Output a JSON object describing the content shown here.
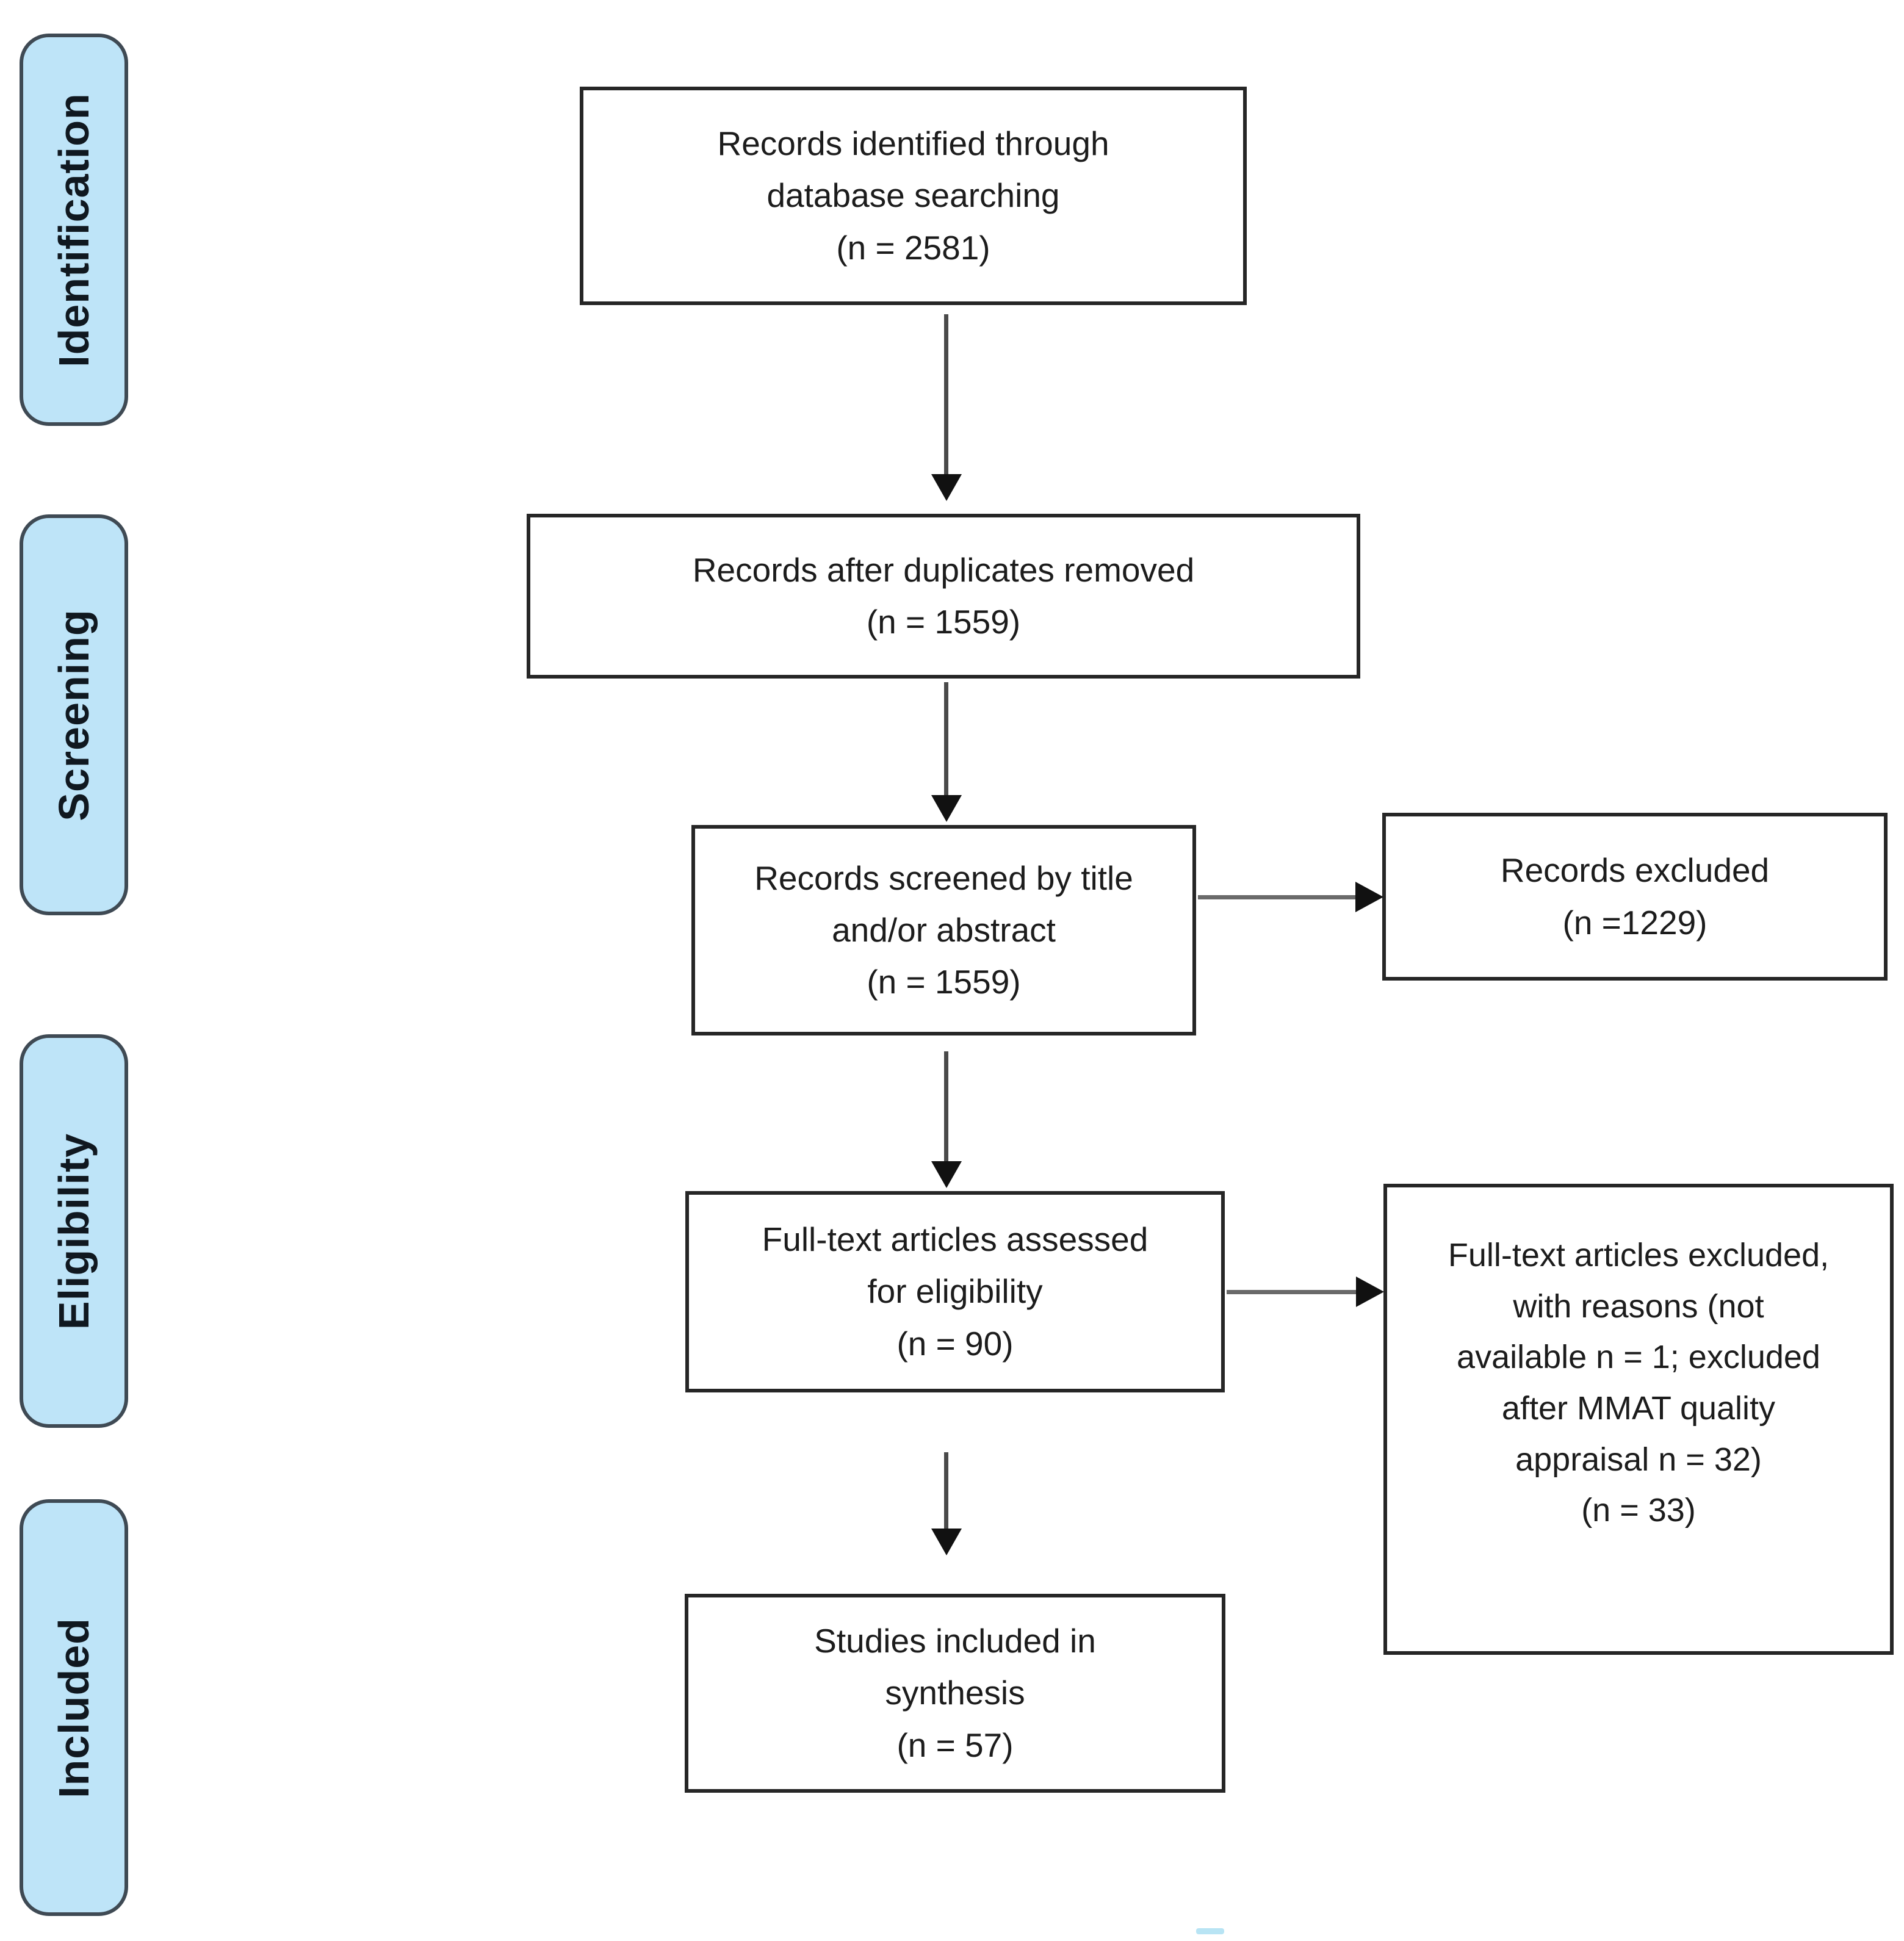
{
  "diagram_type": "PRISMA flow diagram",
  "sidebar": {
    "stages": [
      {
        "label": "Identification"
      },
      {
        "label": "Screening"
      },
      {
        "label": "Eligibility"
      },
      {
        "label": "Included"
      }
    ]
  },
  "flow": {
    "identified": "Records identified through\ndatabase searching\n(n = 2581)",
    "deduplicated": "Records after duplicates removed\n(n = 1559)",
    "screened": "Records screened by title\nand/or abstract\n(n = 1559)",
    "fulltext": "Full-text articles assessed\nfor eligibility\n(n = 90)",
    "included": "Studies included in\nsynthesis\n(n = 57)"
  },
  "exclusions": {
    "records_excluded": "Records excluded\n(n =1229)",
    "fulltext_excluded": "Full-text articles excluded,\nwith reasons (not\navailable n = 1; excluded\nafter MMAT quality\nappraisal n = 32)\n(n = 33)"
  },
  "counts": {
    "identified": 2581,
    "after_duplicates_removed": 1559,
    "screened": 1559,
    "records_excluded": 1229,
    "fulltext_assessed": 90,
    "fulltext_not_available": 1,
    "excluded_after_mmat_appraisal": 32,
    "fulltext_excluded_total": 33,
    "included_in_synthesis": 57
  },
  "colors": {
    "stage_fill": "#bee4f8",
    "stage_border": "#3f4a54",
    "box_border": "#262626",
    "arrow_line": "#4a4a4a",
    "arrow_head": "#111111",
    "text": "#1c1c1c",
    "background": "#ffffff"
  }
}
